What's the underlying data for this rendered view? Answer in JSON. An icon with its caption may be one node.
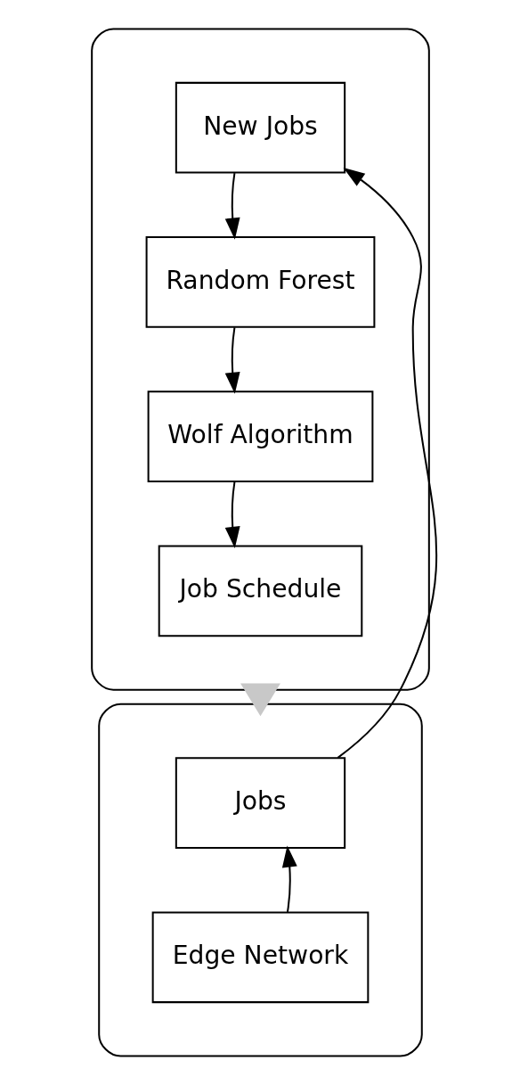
{
  "diagram": {
    "nodes": [
      {
        "text": [],
        "shape": "ellipse"
      },
      {
        "text": [
          "New Jobs"
        ],
        "in": 0
      },
      {
        "text": [
          "Random Forest"
        ],
        "in": 0
      },
      {
        "text": [
          "Wolf Algorithm"
        ],
        "in": 0
      },
      {
        "text": [
          "Job Schedule"
        ],
        "in": 0
      },
      {
        "text": [],
        "shape": "ellipse"
      },
      {
        "text": [
          "Jobs"
        ],
        "in": 5
      },
      {
        "text": [
          "Edge Network"
        ],
        "in": 5
      }
    ],
    "edges": [
      {
        "from": 1,
        "to": 2,
        "arrow": "to"
      },
      {
        "from": 2,
        "to": 3,
        "arrow": "to"
      },
      {
        "from": 3,
        "to": 4,
        "arrow": "to"
      },
      {
        "from": 0,
        "to": 5,
        "arrow": "to",
        "style": "thick",
        "color": "#c8c8c8"
      },
      {
        "from": 7,
        "to": 6,
        "arrow": "to"
      },
      {
        "from": 6,
        "to": 1,
        "arrow": "to"
      }
    ]
  }
}
